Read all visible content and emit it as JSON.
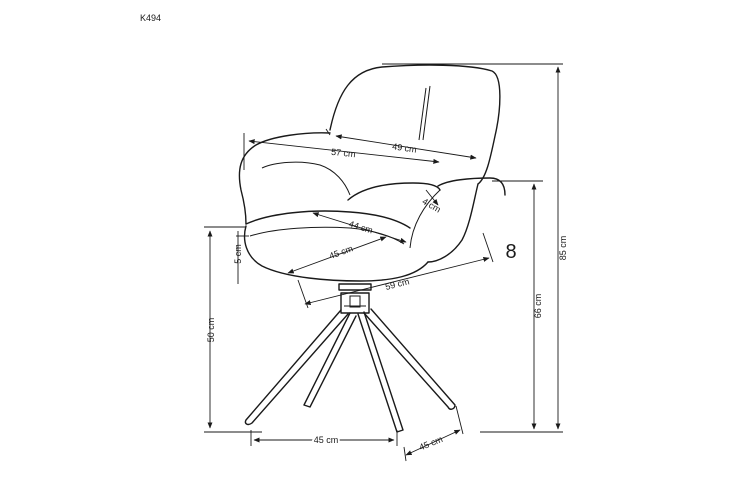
{
  "product_code": "K494",
  "swivel_symbol": "8",
  "dimensions": {
    "overall_height": "85 cm",
    "armrest_height": "66 cm",
    "seat_height": "50 cm",
    "overall_width": "57 cm",
    "backrest_width": "49 cm",
    "seat_width": "44 cm",
    "seat_depth": "45 cm",
    "overall_depth": "59 cm",
    "armrest_thickness": "4 cm",
    "seat_thickness": "5 cm",
    "base_width": "45 cm",
    "base_depth": "45 cm"
  }
}
